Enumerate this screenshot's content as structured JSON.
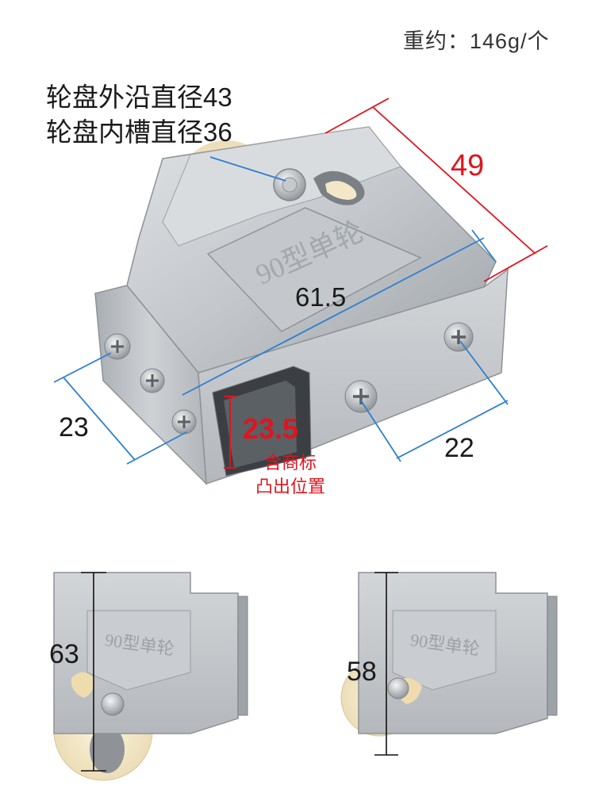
{
  "weight_label": "重约：146g/个",
  "spec": {
    "outer_diameter": "轮盘外沿直径43",
    "inner_groove_diameter": "轮盘内槽直径36"
  },
  "dimensions": {
    "depth": "49",
    "length": "61.5",
    "side_height": "23",
    "opening_height": "23.5",
    "screw_spacing": "22",
    "height_left_view": "63",
    "height_right_view": "58"
  },
  "note": {
    "line1": "含商标",
    "line2": "凸出位置"
  },
  "embossed_text": {
    "top_view": "90型单轮",
    "left_view": "90型单轮",
    "right_view": "90型单轮"
  },
  "colors": {
    "accent_red": "#e0141e",
    "dimension_blue": "#2f7fd0",
    "steel": "#b8bcc0",
    "wheel": "#f3e7c8"
  }
}
